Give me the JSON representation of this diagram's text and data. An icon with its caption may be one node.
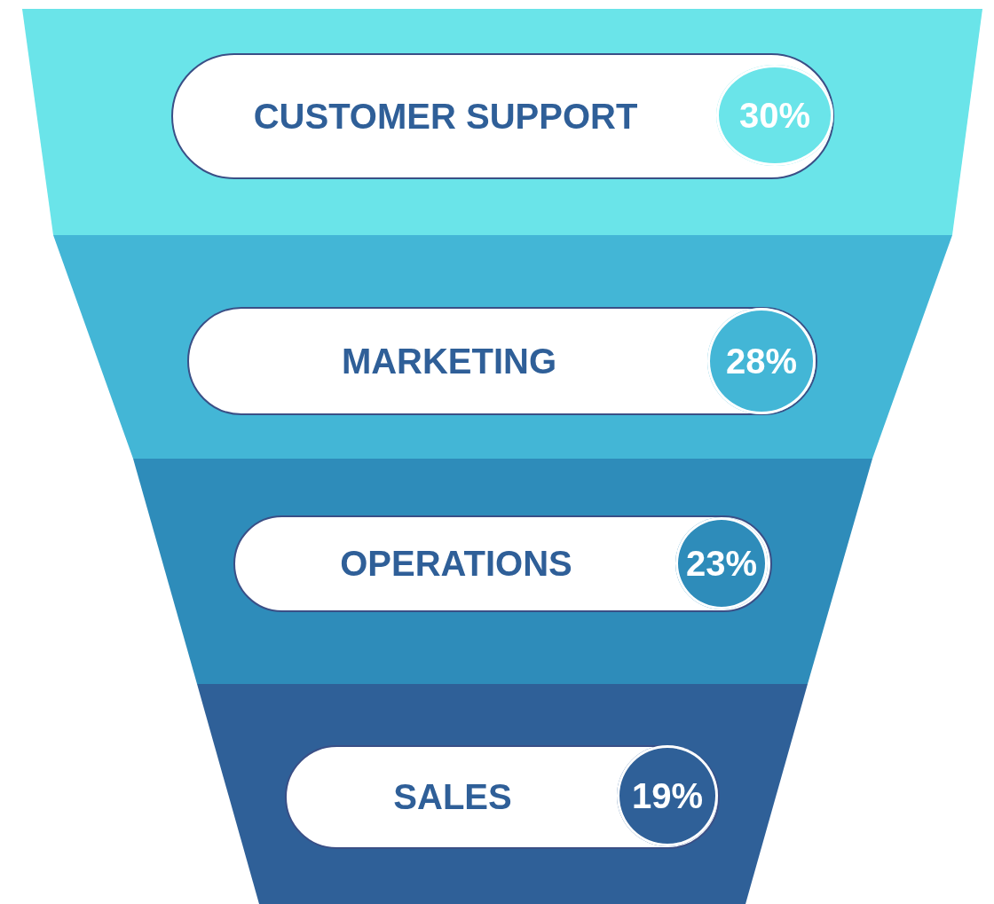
{
  "diagram": {
    "nodes": [
      {
        "text": [],
        "shape": "trapezoid"
      },
      {
        "text": [
          "CUSTOMER SUPPORT"
        ],
        "in": 0
      },
      {
        "text": [
          "30%"
        ],
        "in": 1
      },
      {
        "text": [],
        "shape": "trapezoid"
      },
      {
        "text": [
          "MARKETING"
        ],
        "in": 3
      },
      {
        "text": [
          "28%"
        ],
        "in": 4
      },
      {
        "text": [],
        "shape": "trapezoid"
      },
      {
        "text": [
          "OPERATIONS"
        ],
        "in": 6
      },
      {
        "text": [
          "23%"
        ],
        "in": 7
      },
      {
        "text": [],
        "shape": "trapezoid"
      },
      {
        "text": [
          "SALES"
        ],
        "in": 9
      },
      {
        "text": [
          "19%"
        ],
        "in": 10
      }
    ]
  }
}
